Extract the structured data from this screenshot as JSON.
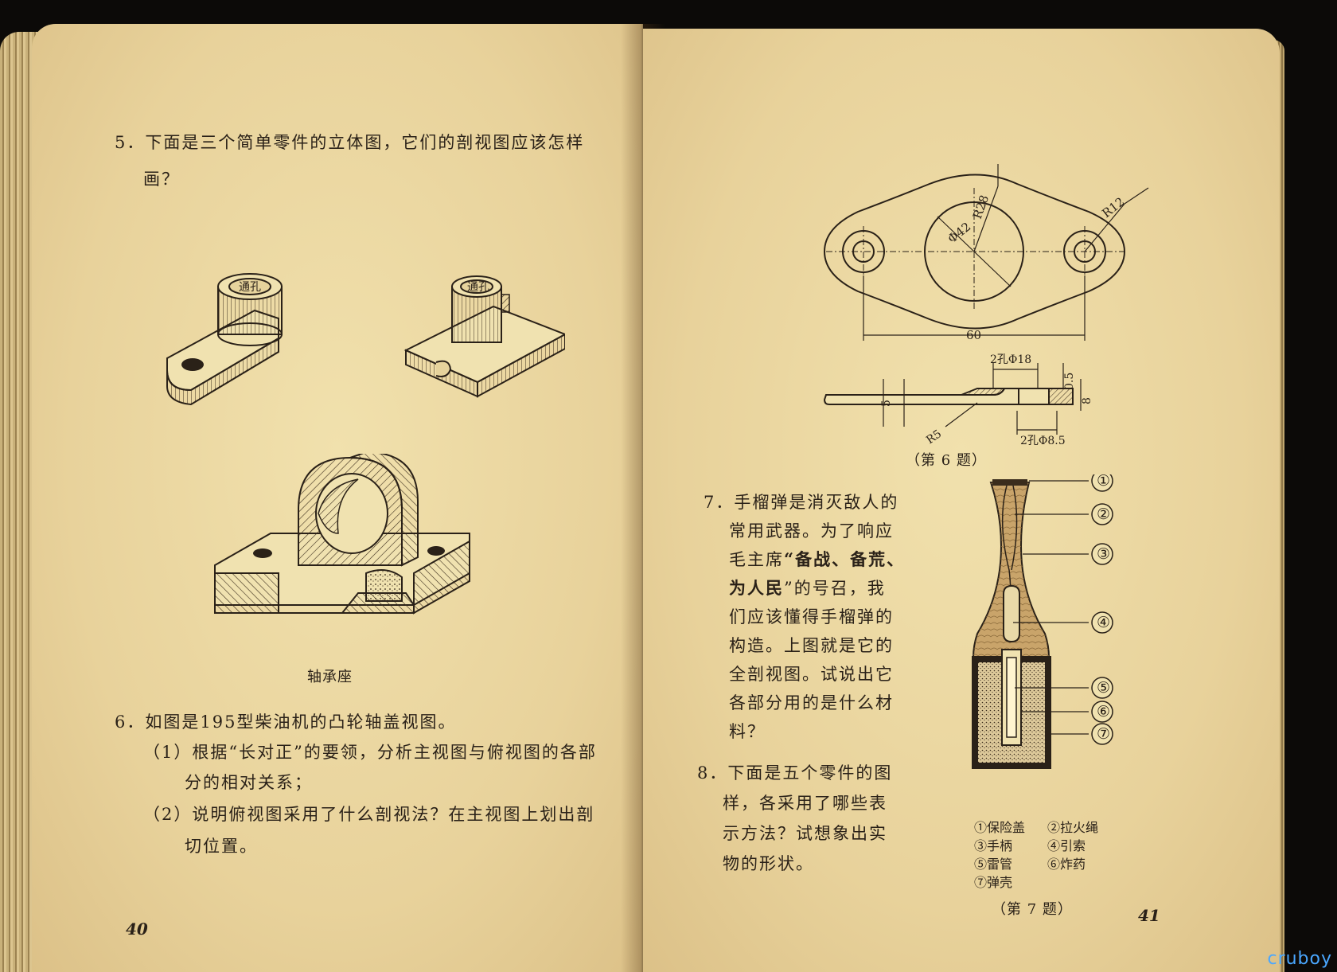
{
  "left_page": {
    "q5_line1": "5．下面是三个简单零件的立体图，它们的剖视图应该怎样",
    "q5_line2": "画？",
    "part_label_tonghole_1": "通孔",
    "part_label_tonghole_2": "通孔",
    "bearing_caption": "轴承座",
    "q6_line1": "6．如图是195型柴油机的凸轮轴盖视图。",
    "q6_1_line1": "（1）根据“长对正”的要领，分析主视图与俯视图的各部",
    "q6_1_line2": "分的相对关系；",
    "q6_2_line1": "（2）说明俯视图采用了什么剖视法？在主视图上划出剖",
    "q6_2_line2": "切位置。",
    "page_number": "40"
  },
  "right_page": {
    "fig6": {
      "dim_r28": "R28",
      "dim_phi42": "Φ42",
      "dim_r12": "R12",
      "dim_60": "60",
      "dim_2hole18": "2孔Φ18",
      "dim_05": "0.5",
      "dim_5": "5",
      "dim_8": "8",
      "dim_r5": "R5",
      "dim_2hole85": "2孔Φ8.5",
      "caption": "（第 6 题）"
    },
    "q7": {
      "line1": "7．手榴弹是消灭敌人的",
      "line2": "常用武器。为了响应",
      "line3_pre": "毛主席",
      "line3_bold": "“备战、备荒、",
      "line4_bold": "为人民",
      "line4_post": "”的号召，我",
      "line5": "们应该懂得手榴弹的",
      "line6": "构造。上图就是它的",
      "line7": "全剖视图。试说出它",
      "line8": "各部分用的是什么材",
      "line9": "料？"
    },
    "q8": {
      "line1": "8．下面是五个零件的图",
      "line2": "样，各采用了哪些表",
      "line3": "示方法？试想象出实",
      "line4": "物的形状。"
    },
    "grenade_markers": [
      "①",
      "②",
      "③",
      "④",
      "⑤",
      "⑥",
      "⑦"
    ],
    "legend": [
      [
        "①保险盖",
        "②拉火绳"
      ],
      [
        "③手柄",
        "④引索"
      ],
      [
        "⑤雷管",
        "⑥炸药"
      ],
      [
        "⑦弹壳"
      ]
    ],
    "fig7_caption": "（第 7 题）",
    "page_number": "41"
  },
  "watermark": "cruboy"
}
